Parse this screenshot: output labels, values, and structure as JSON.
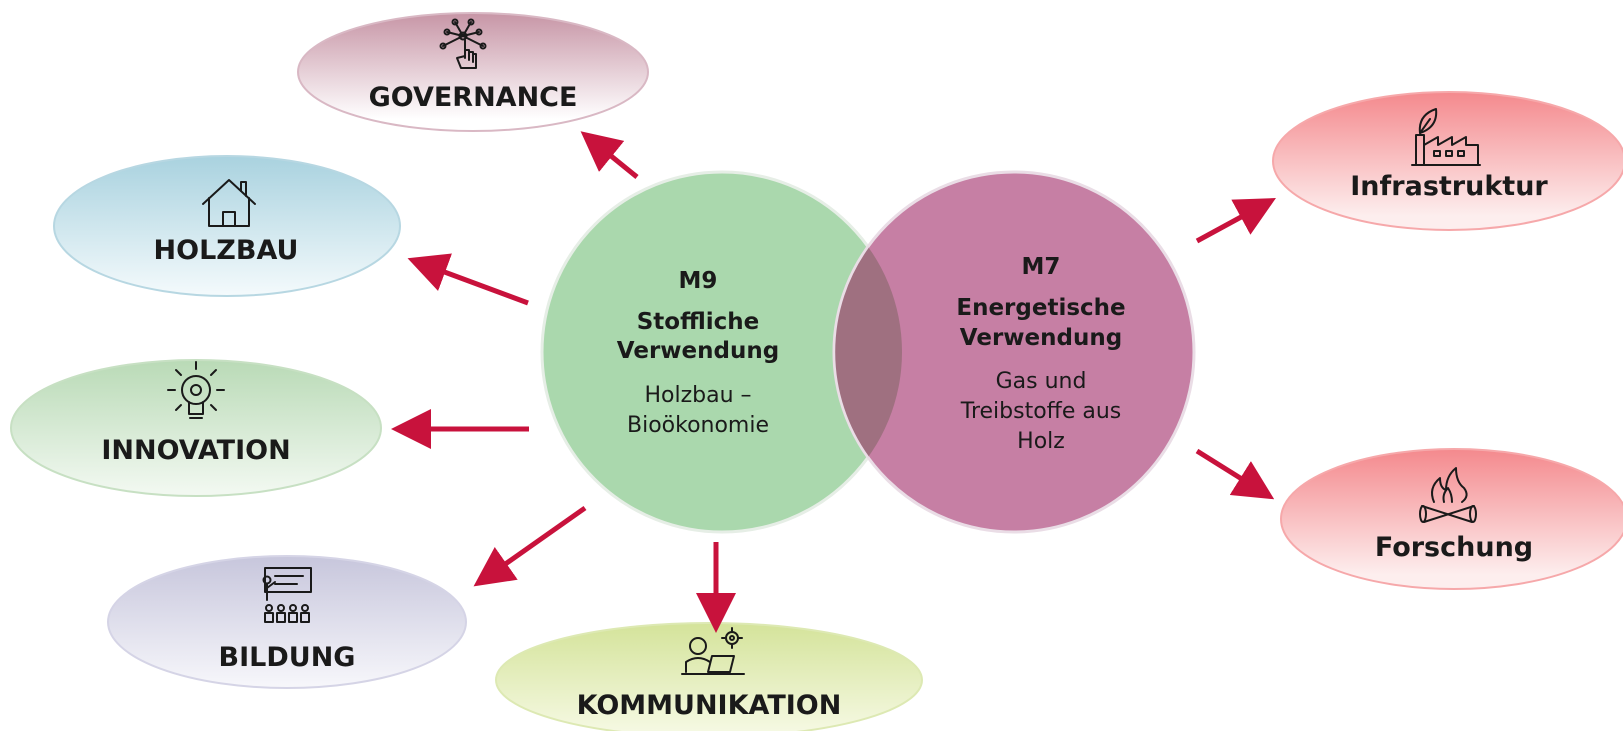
{
  "center": {
    "m9": {
      "code": "M9",
      "title_line1": "Stoffliche",
      "title_line2": "Verwendung",
      "sub_line1": "Holzbau –",
      "sub_line2": "Bioökonomie",
      "color": "#aad8ad"
    },
    "m7": {
      "code": "M7",
      "title_line1": "Energetische",
      "title_line2": "Verwendung",
      "sub_line1": "Gas und",
      "sub_line2": "Treibstoffe aus",
      "sub_line3": "Holz",
      "color": "#c67fa4",
      "overlap_color": "#9f7080"
    }
  },
  "nodes": {
    "governance": {
      "label": "GOVERNANCE",
      "icon": "touch-network-icon",
      "color": "#c795a6"
    },
    "holzbau": {
      "label": "HOLZBAU",
      "icon": "house-icon",
      "color": "#a9d2df"
    },
    "innovation": {
      "label": "INNOVATION",
      "icon": "lightbulb-gear-icon",
      "color": "#b9dab6"
    },
    "bildung": {
      "label": "BILDUNG",
      "icon": "classroom-presentation-icon",
      "color": "#c7c6dc"
    },
    "kommunikation": {
      "label": "KOMMUNIKATION",
      "icon": "person-laptop-gear-icon",
      "color": "#d4e39a"
    },
    "infrastruktur": {
      "label": "Infrastruktur",
      "icon": "factory-leaf-icon",
      "color": "#f4898d"
    },
    "forschung": {
      "label": "Forschung",
      "icon": "campfire-icon",
      "color": "#f4898d"
    }
  },
  "arrow_color": "#c8123c"
}
